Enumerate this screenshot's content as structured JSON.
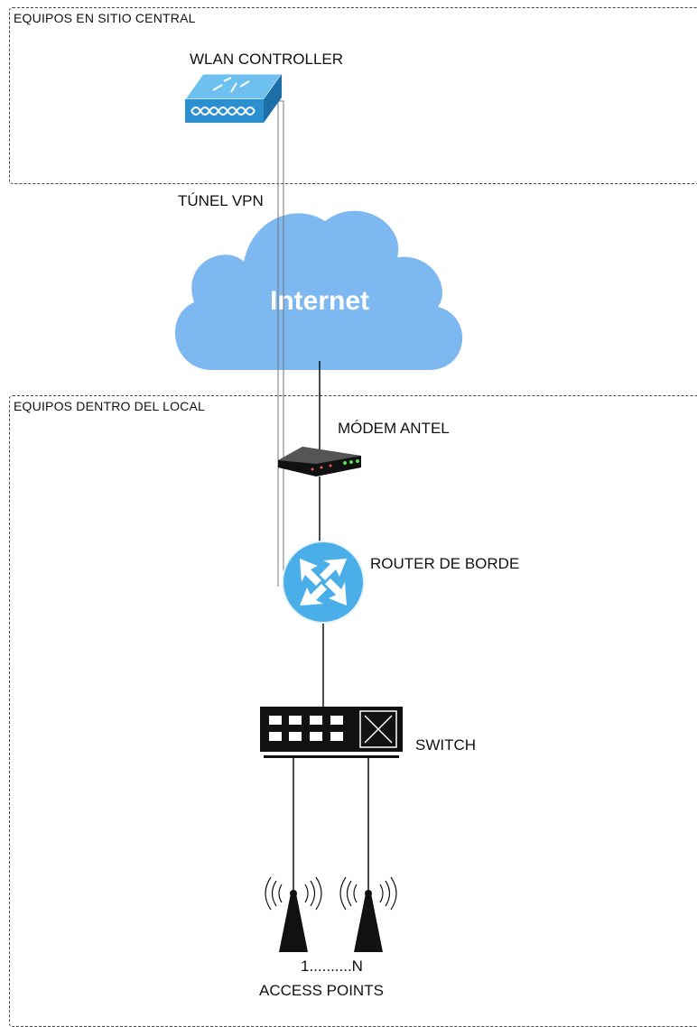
{
  "zones": {
    "top": "EQUIPOS EN SITIO CENTRAL",
    "bottom": "EQUIPOS DENTRO DEL LOCAL"
  },
  "nodes": {
    "wlan_controller": "WLAN CONTROLLER",
    "vpn_tunnel": "TÚNEL VPN",
    "internet": "Internet",
    "modem": "MÓDEM ANTEL",
    "router": "ROUTER DE BORDE",
    "switch": "SWITCH",
    "ap_range": "1..........N",
    "access_points": "ACCESS POINTS"
  },
  "colors": {
    "cloud": "#7db8f0",
    "controller": "#2b8fd0",
    "router": "#4aaee8",
    "device_dark": "#111111"
  }
}
